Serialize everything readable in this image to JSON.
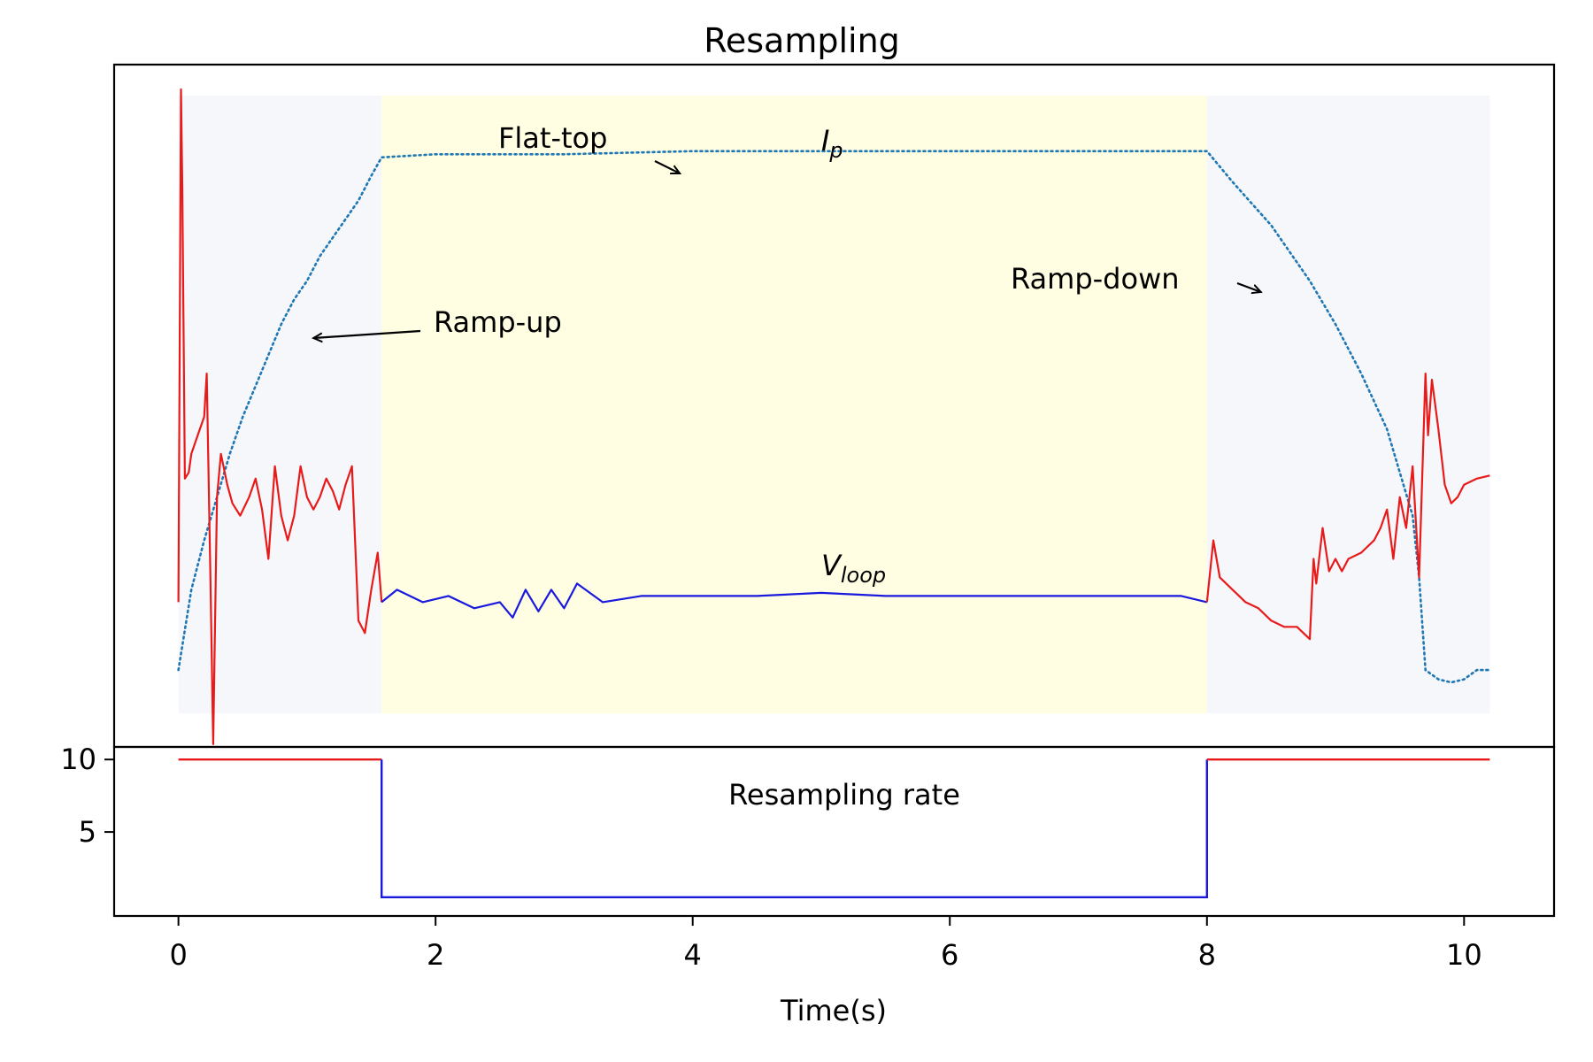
{
  "chart_data": [
    {
      "type": "line",
      "title": "Resampling",
      "phases": [
        {
          "name": "Ramp-up",
          "x_start": 0.0,
          "x_end": 1.58,
          "color": "#f5f7fb"
        },
        {
          "name": "Flat-top",
          "x_start": 1.58,
          "x_end": 8.0,
          "color": "#fffee3"
        },
        {
          "name": "Ramp-down",
          "x_start": 8.0,
          "x_end": 10.2,
          "color": "#f5f7fb"
        }
      ],
      "annotations": [
        {
          "text": "Ramp-up",
          "series": "Ip",
          "x": 1.05
        },
        {
          "text": "Flat-top",
          "series": "Ip",
          "x": 3.9
        },
        {
          "text": "Ramp-down",
          "series": "Ip",
          "x": 8.4
        }
      ],
      "series": [
        {
          "name": "Ip",
          "label_main": "I",
          "label_sub": "p",
          "color": "#1f77b4",
          "style": "dotted",
          "x": [
            0.0,
            0.1,
            0.2,
            0.3,
            0.4,
            0.5,
            0.6,
            0.7,
            0.8,
            0.9,
            1.0,
            1.1,
            1.2,
            1.3,
            1.4,
            1.5,
            1.58,
            2.0,
            3.0,
            4.0,
            5.0,
            6.0,
            7.0,
            8.0,
            8.2,
            8.5,
            8.8,
            9.0,
            9.2,
            9.4,
            9.5,
            9.6,
            9.65,
            9.7,
            9.8,
            9.9,
            10.0,
            10.1,
            10.2
          ],
          "y": [
            0.07,
            0.2,
            0.28,
            0.35,
            0.42,
            0.48,
            0.53,
            0.58,
            0.63,
            0.67,
            0.7,
            0.74,
            0.77,
            0.8,
            0.83,
            0.87,
            0.9,
            0.905,
            0.905,
            0.91,
            0.91,
            0.91,
            0.91,
            0.91,
            0.86,
            0.79,
            0.7,
            0.63,
            0.55,
            0.46,
            0.39,
            0.32,
            0.22,
            0.07,
            0.055,
            0.05,
            0.055,
            0.07,
            0.07
          ]
        },
        {
          "name": "Vloop",
          "label_main": "V",
          "label_sub": "loop",
          "segments": [
            {
              "color": "#e81a1a",
              "x": [
                0.0,
                0.02,
                0.03,
                0.05,
                0.08,
                0.1,
                0.15,
                0.2,
                0.22,
                0.25,
                0.27,
                0.3,
                0.33,
                0.38,
                0.42,
                0.48,
                0.55,
                0.6,
                0.65,
                0.7,
                0.75,
                0.8,
                0.85,
                0.9,
                0.95,
                1.0,
                1.05,
                1.1,
                1.15,
                1.2,
                1.25,
                1.3,
                1.35,
                1.4,
                1.45,
                1.5,
                1.55,
                1.58
              ],
              "y": [
                0.18,
                1.01,
                0.85,
                0.38,
                0.39,
                0.42,
                0.45,
                0.48,
                0.55,
                0.2,
                -0.05,
                0.35,
                0.42,
                0.37,
                0.34,
                0.32,
                0.35,
                0.38,
                0.33,
                0.25,
                0.4,
                0.32,
                0.28,
                0.32,
                0.4,
                0.35,
                0.33,
                0.35,
                0.38,
                0.36,
                0.33,
                0.37,
                0.4,
                0.15,
                0.13,
                0.2,
                0.26,
                0.18
              ]
            },
            {
              "color": "#1a1adf",
              "x": [
                1.58,
                1.7,
                1.9,
                2.1,
                2.3,
                2.5,
                2.6,
                2.7,
                2.8,
                2.9,
                3.0,
                3.1,
                3.3,
                3.6,
                4.0,
                4.5,
                5.0,
                5.5,
                6.0,
                6.5,
                7.0,
                7.5,
                7.8,
                8.0
              ],
              "y": [
                0.18,
                0.2,
                0.18,
                0.19,
                0.17,
                0.18,
                0.155,
                0.2,
                0.165,
                0.2,
                0.17,
                0.21,
                0.18,
                0.19,
                0.19,
                0.19,
                0.195,
                0.19,
                0.19,
                0.19,
                0.19,
                0.19,
                0.19,
                0.18
              ]
            },
            {
              "color": "#e81a1a",
              "x": [
                8.0,
                8.05,
                8.1,
                8.15,
                8.2,
                8.3,
                8.4,
                8.5,
                8.6,
                8.7,
                8.8,
                8.83,
                8.85,
                8.9,
                8.95,
                9.0,
                9.05,
                9.1,
                9.2,
                9.3,
                9.35,
                9.4,
                9.45,
                9.5,
                9.55,
                9.6,
                9.65,
                9.7,
                9.72,
                9.75,
                9.8,
                9.85,
                9.9,
                9.95,
                10.0,
                10.1,
                10.2
              ],
              "y": [
                0.18,
                0.28,
                0.22,
                0.21,
                0.2,
                0.18,
                0.17,
                0.15,
                0.14,
                0.14,
                0.12,
                0.25,
                0.21,
                0.3,
                0.23,
                0.25,
                0.23,
                0.25,
                0.26,
                0.28,
                0.3,
                0.33,
                0.25,
                0.35,
                0.3,
                0.4,
                0.22,
                0.55,
                0.45,
                0.54,
                0.46,
                0.37,
                0.34,
                0.35,
                0.37,
                0.38,
                0.385
              ]
            }
          ]
        }
      ],
      "yticks_shown": false
    },
    {
      "type": "line",
      "title": "Resampling rate",
      "xlabel": "Time(s)",
      "xlim": [
        -0.5,
        10.7
      ],
      "ylim": [
        0,
        11
      ],
      "xticks": [
        "0",
        "2",
        "4",
        "6",
        "8",
        "10"
      ],
      "xtick_values": [
        0,
        2,
        4,
        6,
        8,
        10
      ],
      "yticks": [
        "5",
        "10"
      ],
      "ytick_values": [
        5,
        10
      ],
      "segments": [
        {
          "color": "#e81a1a",
          "x": [
            0.0,
            1.58
          ],
          "y": [
            10,
            10
          ]
        },
        {
          "color": "#1a1adf",
          "x": [
            1.58,
            1.58,
            8.0,
            8.0
          ],
          "y": [
            10,
            0.5,
            0.5,
            10
          ]
        },
        {
          "color": "#e81a1a",
          "x": [
            8.0,
            10.2
          ],
          "y": [
            10,
            10
          ]
        }
      ]
    }
  ]
}
